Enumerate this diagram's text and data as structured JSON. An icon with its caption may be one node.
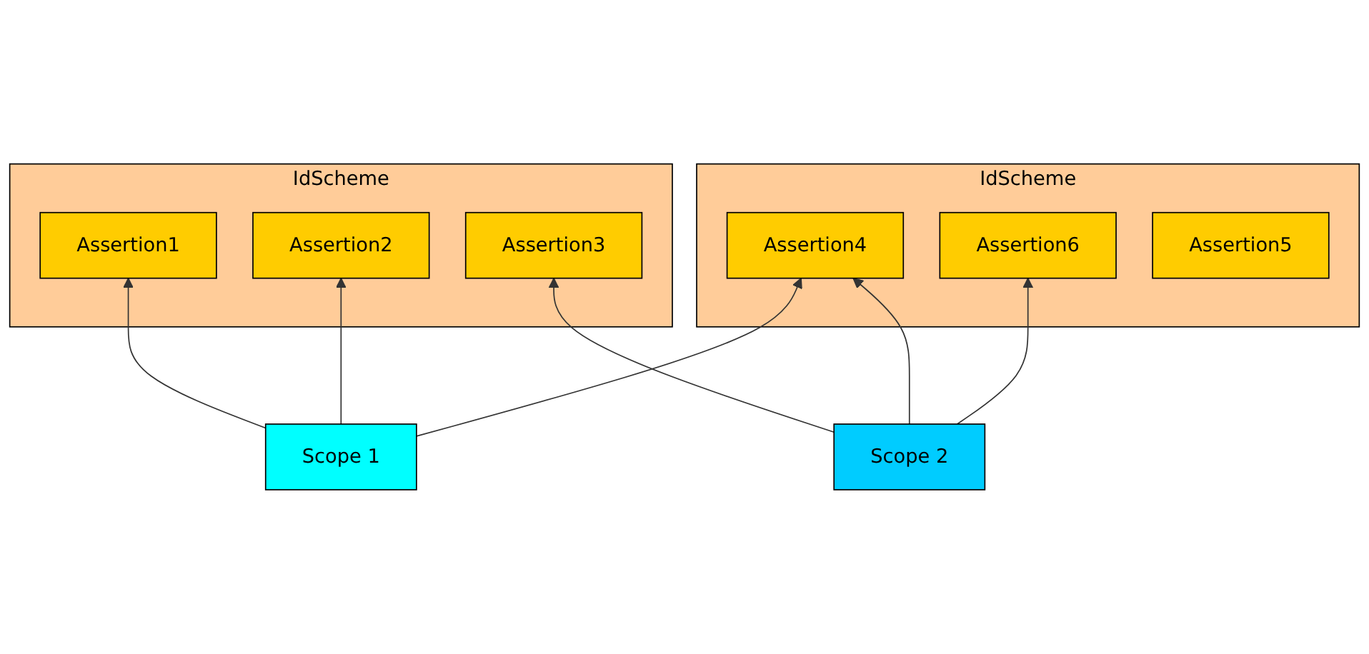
{
  "diagram": {
    "nodes": [
      {
        "text": [
          "IdScheme"
        ]
      },
      {
        "text": [
          "Assertion1"
        ],
        "in": 0
      },
      {
        "text": [
          "Assertion2"
        ],
        "in": 0
      },
      {
        "text": [
          "Assertion3"
        ],
        "in": 0
      },
      {
        "text": [
          "IdScheme"
        ]
      },
      {
        "text": [
          "Assertion4"
        ],
        "in": 4
      },
      {
        "text": [
          "Assertion6"
        ],
        "in": 4
      },
      {
        "text": [
          "Assertion5"
        ],
        "in": 4
      },
      {
        "text": [
          "Scope 1"
        ]
      },
      {
        "text": [
          "Scope 2"
        ]
      }
    ],
    "edges": [
      {
        "from": 8,
        "to": 1,
        "arrow": "to"
      },
      {
        "from": 8,
        "to": 2,
        "arrow": "to"
      },
      {
        "from": 8,
        "to": 5,
        "arrow": "to"
      },
      {
        "from": 9,
        "to": 3,
        "arrow": "to"
      },
      {
        "from": 9,
        "to": 5,
        "arrow": "to"
      },
      {
        "from": 9,
        "to": 6,
        "arrow": "to"
      }
    ]
  }
}
